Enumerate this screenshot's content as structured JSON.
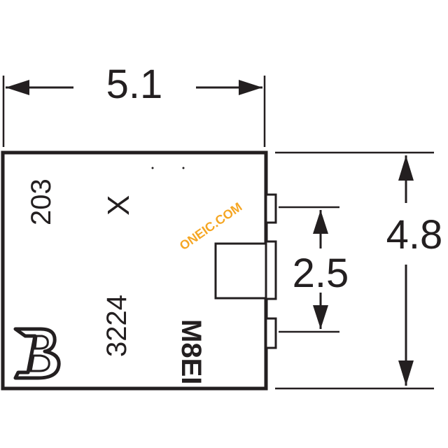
{
  "dimensions": {
    "width": "5.1",
    "height": "4.8",
    "pin_pitch": "2.5"
  },
  "markings": {
    "resistance_code": "203",
    "model": "3224",
    "type_letter": "X",
    "date_code": "M8EI"
  },
  "watermark": "ONEIC.COM",
  "colors": {
    "ink": "#231f20",
    "watermark": "#f5a623"
  },
  "icons": {
    "logo": "bourns-b-logo"
  }
}
